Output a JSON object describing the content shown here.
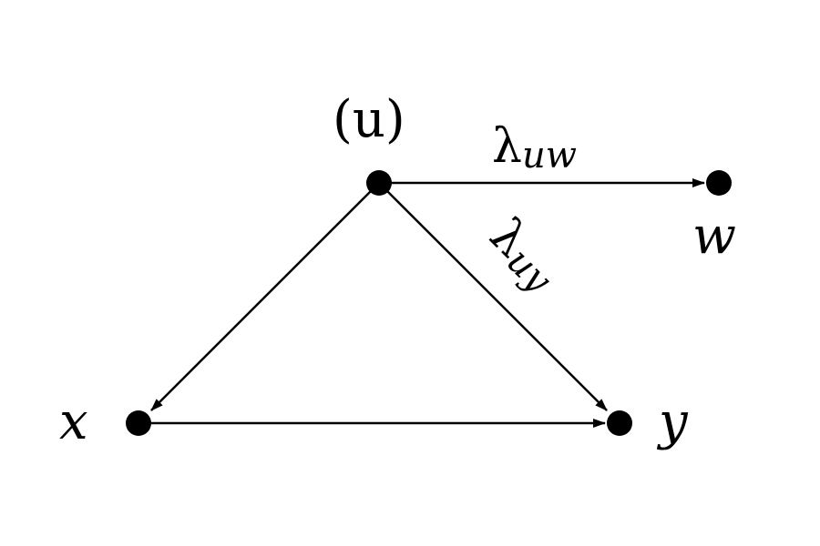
{
  "nodes": {
    "u": {
      "label": "(u)"
    },
    "w": {
      "label": "w"
    },
    "x": {
      "label": "x"
    },
    "y": {
      "label": "y"
    }
  },
  "edges": {
    "uw": {
      "label": "λ",
      "sub": "uw"
    },
    "uy": {
      "label": "λ",
      "sub": "uy"
    },
    "ux": {},
    "xy": {}
  }
}
